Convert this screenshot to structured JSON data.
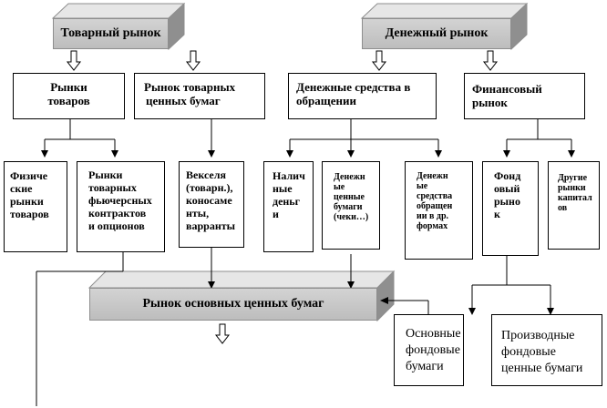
{
  "top": {
    "goods_market": "Товарный рынок",
    "money_market": "Денежный рынок"
  },
  "level2": {
    "goods_markets": [
      "Рынки",
      "товаров"
    ],
    "commodity_securities": [
      "Рынок товарных",
      "ценных бумаг"
    ],
    "money_circulation": [
      "Денежные средства в",
      "обращении"
    ],
    "financial_market": [
      "Финансовый",
      "рынок"
    ]
  },
  "level3": {
    "physical": [
      "Физиче",
      "ские",
      "рынки",
      "товаров"
    ],
    "futures": [
      "Рынки",
      "товарных",
      "фьючерсных",
      "контрактов",
      " и опционов",
      ""
    ],
    "bills": [
      "Векселя",
      "(товарн.),",
      "коносаме",
      "нты,",
      "варранты",
      ""
    ],
    "cash": [
      "Налич",
      "ные",
      "деньг",
      "и"
    ],
    "money_securities": [
      "Денежн",
      "ые",
      "ценные",
      "бумаги",
      "(чеки…)"
    ],
    "money_other": [
      "Денежн",
      "ые",
      "средства",
      "обращен",
      "ии в др.",
      "формах",
      ""
    ],
    "stock_market": [
      "Фонд",
      "овый",
      "рынo",
      "к"
    ],
    "other_capital": [
      "Другие",
      "рынки",
      "капитал",
      "ов"
    ]
  },
  "core_market": "Рынок основных ценных бумаг",
  "level4": {
    "basic": [
      "Основные",
      "фондовые",
      "бумаги"
    ],
    "derivative": [
      "Производные",
      "фондовые",
      "ценные бумаги"
    ]
  }
}
